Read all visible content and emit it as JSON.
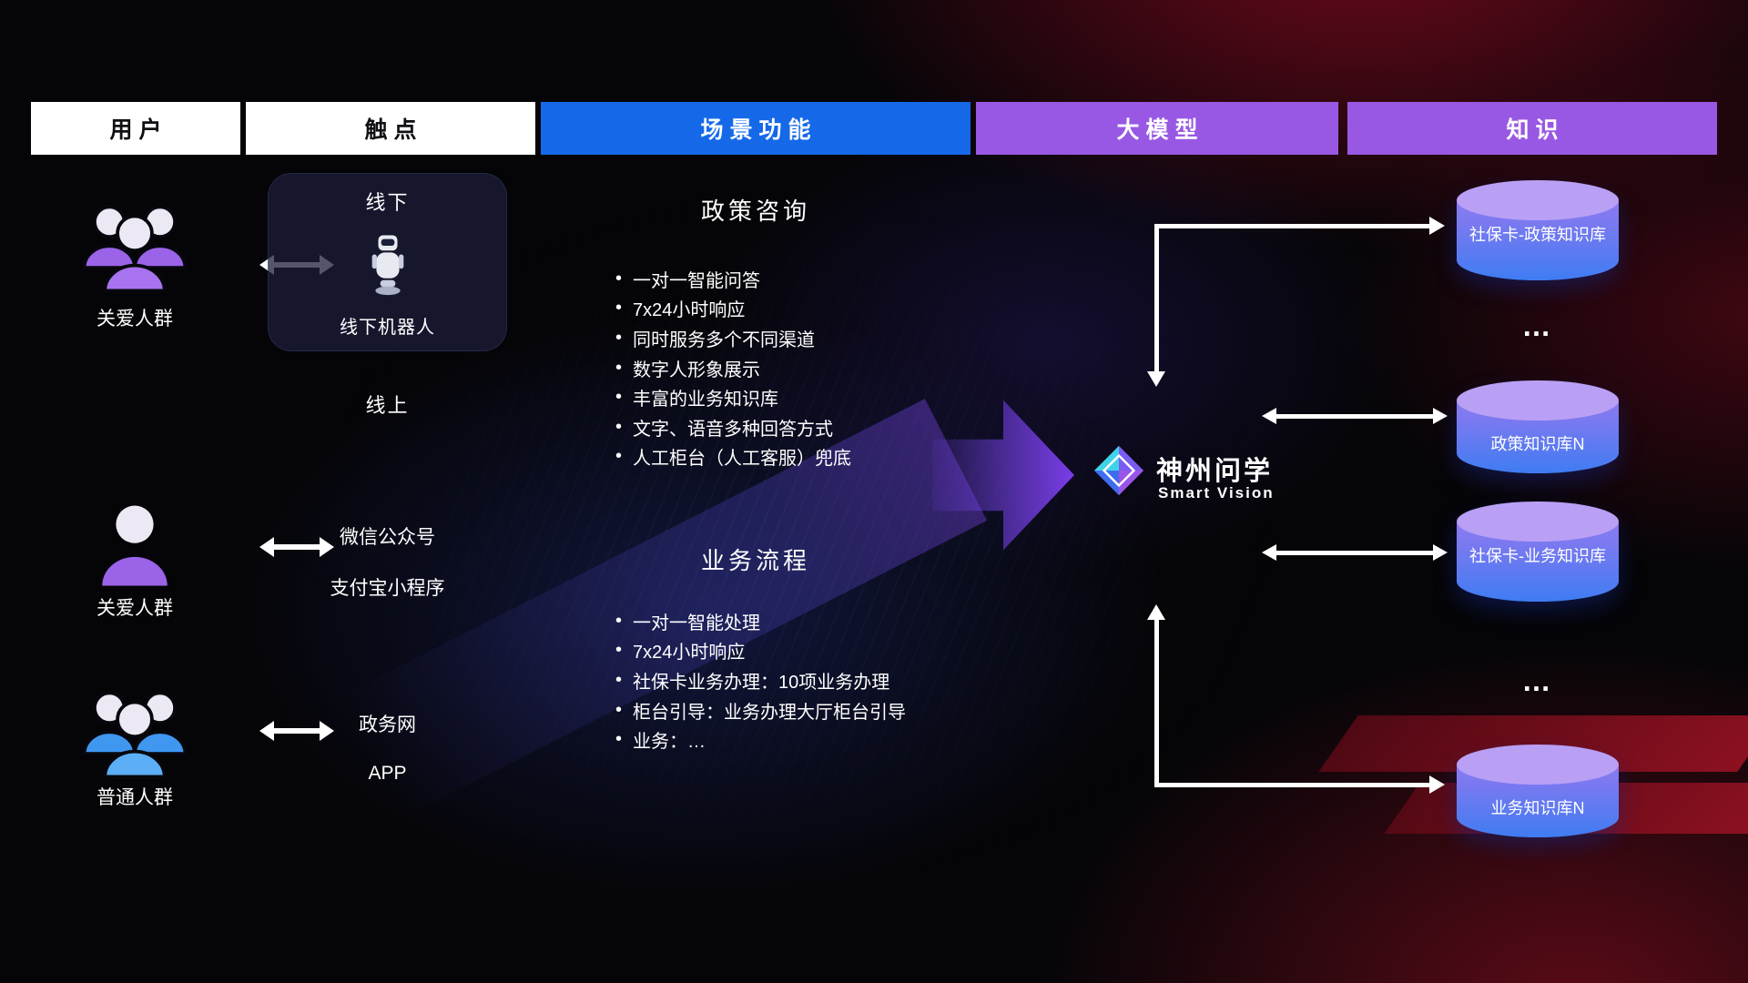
{
  "headers": {
    "user": "用户",
    "touchpoint": "触点",
    "scene": "场景功能",
    "model": "大模型",
    "knowledge": "知识"
  },
  "users": {
    "group1_label": "关爱人群",
    "person2_label": "关爱人群",
    "group3_label": "普通人群"
  },
  "touchpoints": {
    "offline_title": "线下",
    "offline_caption": "线下机器人",
    "online_label": "线上",
    "wechat": "微信公众号",
    "alipay": "支付宝小程序",
    "gov_web": "政务网",
    "app": "APP"
  },
  "scenarios": [
    {
      "title": "政策咨询",
      "items": [
        "一对一智能问答",
        "7x24小时响应",
        "同时服务多个不同渠道",
        "数字人形象展示",
        "丰富的业务知识库",
        "文字、语音多种回答方式",
        "人工柜台（人工客服）兜底"
      ]
    },
    {
      "title": "业务流程",
      "items": [
        "一对一智能处理",
        "7x24小时响应",
        "社保卡业务办理：10项业务办理",
        "柜台引导：业务办理大厅柜台引导",
        "业务：…"
      ]
    }
  ],
  "model": {
    "name": "神州问学",
    "subtitle": "Smart Vision"
  },
  "knowledge": {
    "db1": "社保卡-政策知识库",
    "dots1": "…",
    "db2": "政策知识库N",
    "db3": "社保卡-业务知识库",
    "dots2": "…",
    "db4": "业务知识库N"
  },
  "colors": {
    "header_blue": "#1569e8",
    "header_purple": "#9858e3",
    "cylinder_top": "#b9a0f5",
    "cylinder_body_top": "#9b7cf2",
    "cylinder_body_bottom": "#3f7cf2",
    "big_arrow": "#7a3de8",
    "arrow_white": "#ffffff"
  }
}
